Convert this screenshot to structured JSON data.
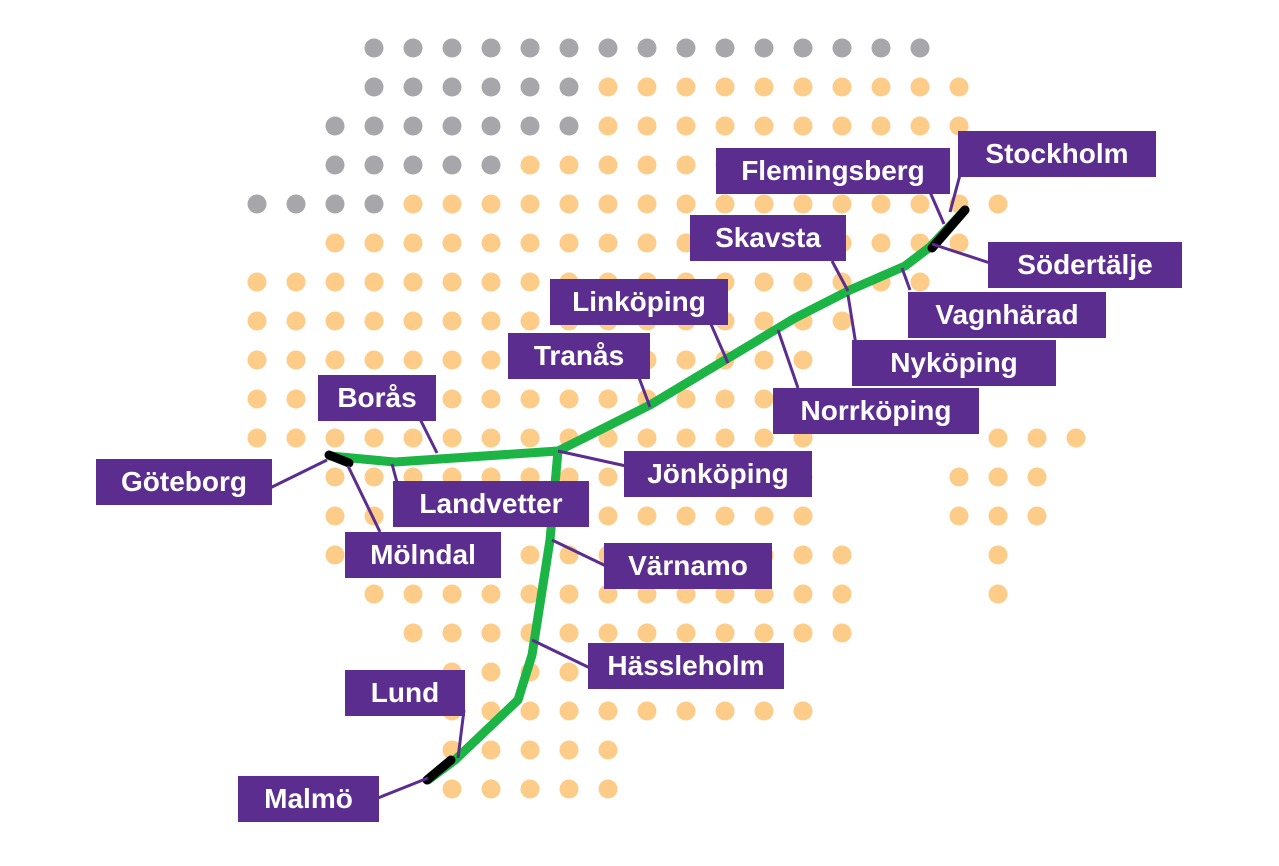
{
  "colors": {
    "land_dot": "#fdcc88",
    "foreign_dot": "#a7a7ab",
    "route": "#1db446",
    "route_terminal": "#000000",
    "label_bg": "#5b2d8e",
    "label_text": "#ffffff"
  },
  "route": {
    "stations": {
      "stockholm": "Stockholm",
      "flemingsberg": "Flemingsberg",
      "sodertalje": "Södertälje",
      "skavsta": "Skavsta",
      "vagnharad": "Vagnhärad",
      "nykoping": "Nyköping",
      "norrkoping": "Norrköping",
      "linkoping": "Linköping",
      "tranas": "Tranås",
      "jonkoping": "Jönköping",
      "boras": "Borås",
      "goteborg": "Göteborg",
      "landvetter": "Landvetter",
      "molndal": "Mölndal",
      "varnamo": "Värnamo",
      "hassleholm": "Hässleholm",
      "lund": "Lund",
      "malmo": "Malmö"
    }
  }
}
